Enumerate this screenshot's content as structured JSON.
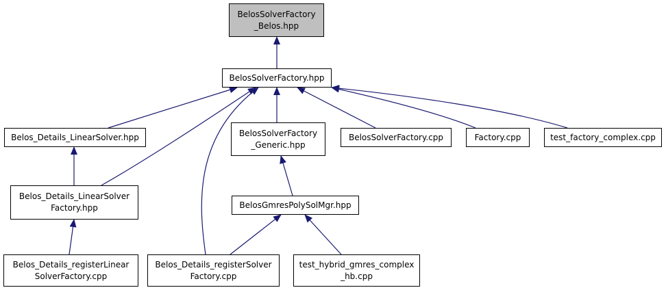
{
  "graph": {
    "nodes": [
      {
        "id": "n0",
        "lines": [
          "BelosSolverFactory",
          "_Belos.hpp"
        ],
        "root": true
      },
      {
        "id": "n1",
        "lines": [
          "BelosSolverFactory.hpp"
        ]
      },
      {
        "id": "n2",
        "lines": [
          "Belos_Details_LinearSolver.hpp"
        ]
      },
      {
        "id": "n3",
        "lines": [
          "BelosSolverFactory",
          "_Generic.hpp"
        ]
      },
      {
        "id": "n4",
        "lines": [
          "BelosSolverFactory.cpp"
        ]
      },
      {
        "id": "n5",
        "lines": [
          "Factory.cpp"
        ]
      },
      {
        "id": "n6",
        "lines": [
          "test_factory_complex.cpp"
        ]
      },
      {
        "id": "n7",
        "lines": [
          "Belos_Details_LinearSolver",
          "Factory.hpp"
        ]
      },
      {
        "id": "n8",
        "lines": [
          "BelosGmresPolySolMgr.hpp"
        ]
      },
      {
        "id": "n9",
        "lines": [
          "Belos_Details_registerLinear",
          "SolverFactory.cpp"
        ]
      },
      {
        "id": "n10",
        "lines": [
          "Belos_Details_registerSolver",
          "Factory.cpp"
        ]
      },
      {
        "id": "n11",
        "lines": [
          "test_hybrid_gmres_complex",
          "_hb.cpp"
        ]
      }
    ],
    "edges": [
      {
        "from": "n1",
        "to": "n0"
      },
      {
        "from": "n2",
        "to": "n1"
      },
      {
        "from": "n7",
        "to": "n1"
      },
      {
        "from": "n10",
        "to": "n1"
      },
      {
        "from": "n3",
        "to": "n1"
      },
      {
        "from": "n4",
        "to": "n1"
      },
      {
        "from": "n5",
        "to": "n1"
      },
      {
        "from": "n6",
        "to": "n1"
      },
      {
        "from": "n7",
        "to": "n2"
      },
      {
        "from": "n8",
        "to": "n3"
      },
      {
        "from": "n9",
        "to": "n7"
      },
      {
        "from": "n10",
        "to": "n8"
      },
      {
        "from": "n11",
        "to": "n8"
      }
    ],
    "colors": {
      "edge": "#191970",
      "root_fill": "#bfbfbf",
      "node_fill": "#ffffff",
      "border": "#000000"
    }
  }
}
